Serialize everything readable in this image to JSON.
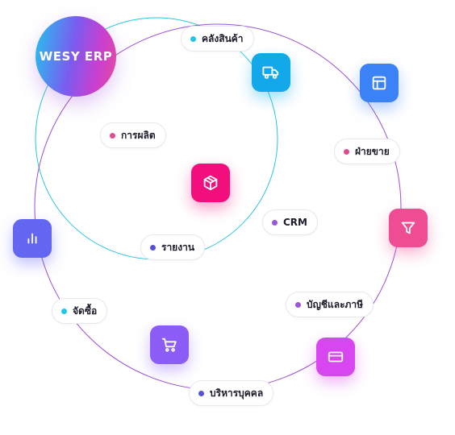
{
  "brand": {
    "name": "WESY ERP"
  },
  "modules": [
    {
      "key": "warehouse",
      "label": "คลังสินค้า",
      "dot": "#22c4e8"
    },
    {
      "key": "production",
      "label": "การผลิต",
      "dot": "#e04a8f"
    },
    {
      "key": "sales",
      "label": "ฝ่ายขาย",
      "dot": "#e04a8f"
    },
    {
      "key": "crm",
      "label": "CRM",
      "dot": "#9a55d8"
    },
    {
      "key": "report",
      "label": "รายงาน",
      "dot": "#5550d6"
    },
    {
      "key": "accounting",
      "label": "บัญชีและภาษี",
      "dot": "#9a55d8"
    },
    {
      "key": "purchasing",
      "label": "จัดซื้อ",
      "dot": "#22c4e8"
    },
    {
      "key": "hr",
      "label": "บริหารบุคคล",
      "dot": "#5550d6"
    }
  ],
  "tiles": [
    {
      "icon": "truck-icon",
      "color": "#12a8ea"
    },
    {
      "icon": "layout-icon",
      "color": "#3b82f6"
    },
    {
      "icon": "box-icon",
      "color": "#f20f7d"
    },
    {
      "icon": "filter-icon",
      "color": "#ee4c93"
    },
    {
      "icon": "bar-chart-icon",
      "color": "#6366f1"
    },
    {
      "icon": "credit-card-icon",
      "color": "#d846ef"
    },
    {
      "icon": "cart-icon",
      "color": "#8b5cf6"
    }
  ],
  "orbit_colors": {
    "inner": "#2cc6e0",
    "outer": "#9a4fd8"
  }
}
